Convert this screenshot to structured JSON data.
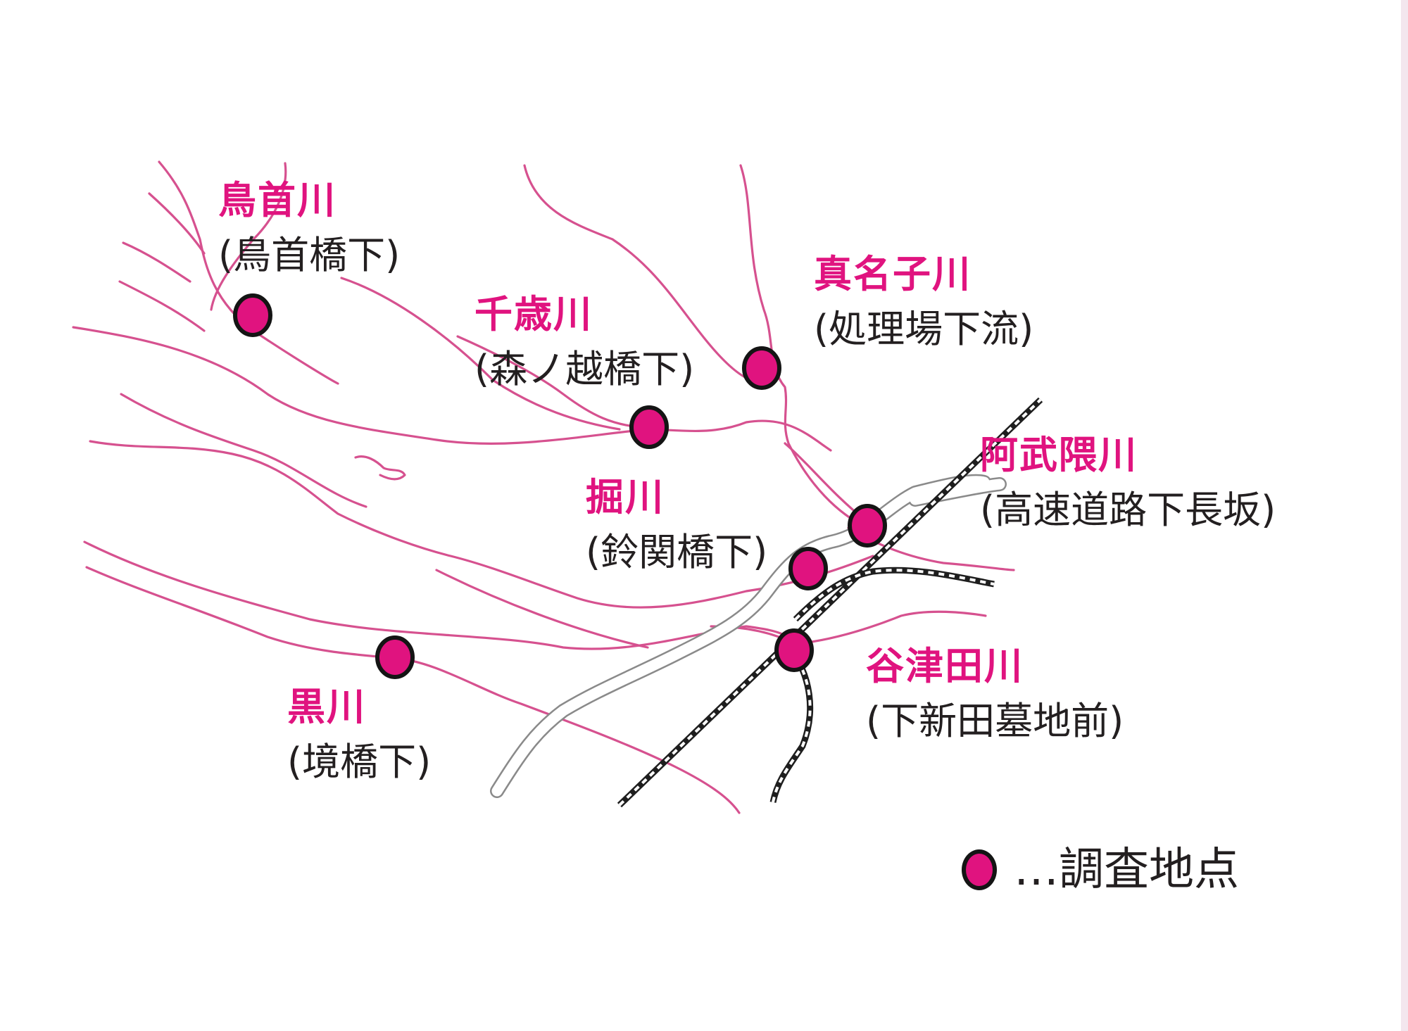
{
  "colors": {
    "river": "#d6518f",
    "accent": "#e0137f",
    "label": "#231f20",
    "highway": "#8a8a8a",
    "railway": "#1e1e1e"
  },
  "sites": [
    {
      "river": "鳥首川",
      "location": "(鳥首橋下)"
    },
    {
      "river": "千歳川",
      "location": "(森ノ越橋下)"
    },
    {
      "river": "真名子川",
      "location": "(処理場下流)"
    },
    {
      "river": "阿武隈川",
      "location": "(高速道路下長坂)"
    },
    {
      "river": "掘川",
      "location": "(鈴関橋下)"
    },
    {
      "river": "谷津田川",
      "location": "(下新田墓地前)"
    },
    {
      "river": "黒川",
      "location": "(境橋下)"
    }
  ],
  "legend": {
    "icon": "survey-point-dot",
    "label": "…調査地点"
  }
}
